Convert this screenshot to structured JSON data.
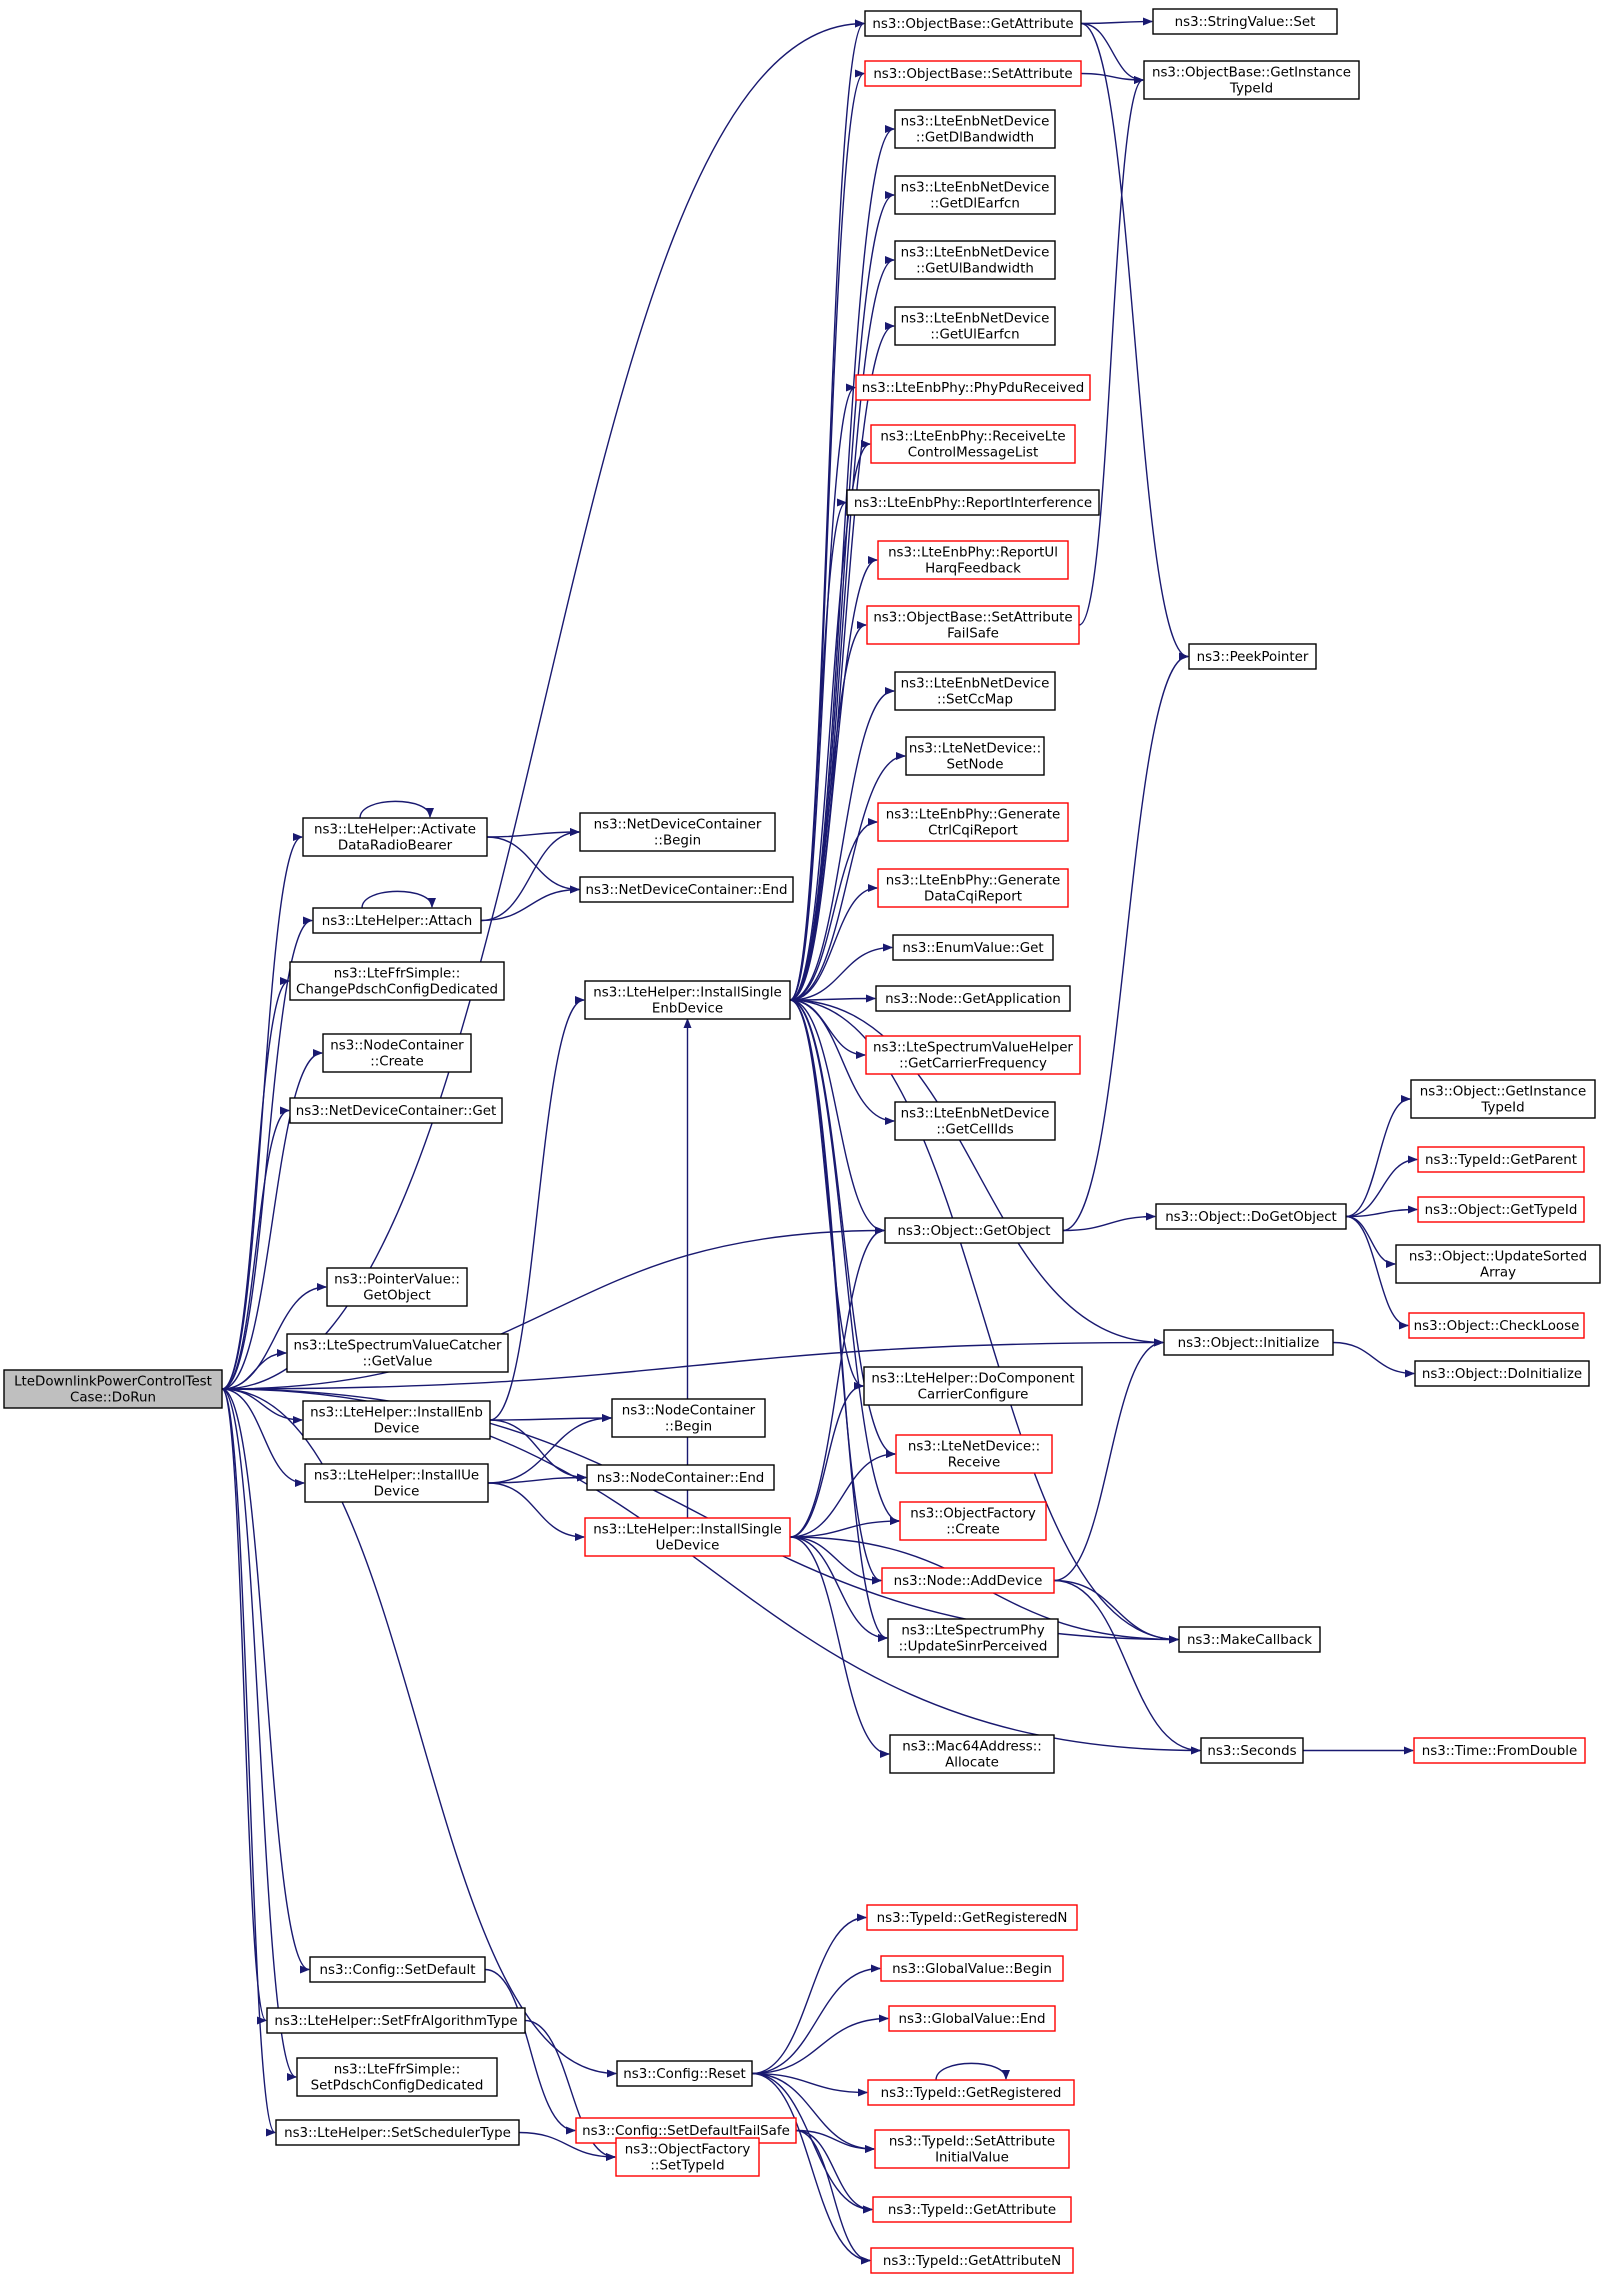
{
  "diagram": {
    "type": "call-graph",
    "colors": {
      "edge": "#191970",
      "root_fill": "#bfbfbf",
      "node_fill": "#ffffff",
      "node_border": "#000000",
      "truncated_border": "#ff0000"
    },
    "nodes": [
      {
        "id": "root",
        "lines": [
          "LteDownlinkPowerControlTest",
          "Case::DoRun"
        ],
        "style": "root"
      },
      {
        "id": "activate",
        "lines": [
          "ns3::LteHelper::Activate",
          "DataRadioBearer"
        ],
        "style": "normal"
      },
      {
        "id": "attach",
        "lines": [
          "ns3::LteHelper::Attach"
        ],
        "style": "normal"
      },
      {
        "id": "changepdsch",
        "lines": [
          "ns3::LteFfrSimple::",
          "ChangePdschConfigDedicated"
        ],
        "style": "normal"
      },
      {
        "id": "nccreate",
        "lines": [
          "ns3::NodeContainer",
          "::Create"
        ],
        "style": "normal"
      },
      {
        "id": "ndcget",
        "lines": [
          "ns3::NetDeviceContainer::Get"
        ],
        "style": "normal"
      },
      {
        "id": "pvget",
        "lines": [
          "ns3::PointerValue::",
          "GetObject"
        ],
        "style": "normal"
      },
      {
        "id": "lsvc",
        "lines": [
          "ns3::LteSpectrumValueCatcher",
          "::GetValue"
        ],
        "style": "normal"
      },
      {
        "id": "installenb",
        "lines": [
          "ns3::LteHelper::InstallEnb",
          "Device"
        ],
        "style": "normal"
      },
      {
        "id": "installue",
        "lines": [
          "ns3::LteHelper::InstallUe",
          "Device"
        ],
        "style": "normal"
      },
      {
        "id": "cfgsetdef",
        "lines": [
          "ns3::Config::SetDefault"
        ],
        "style": "normal"
      },
      {
        "id": "setffr",
        "lines": [
          "ns3::LteHelper::SetFfrAlgorithmType"
        ],
        "style": "normal"
      },
      {
        "id": "setpdsch",
        "lines": [
          "ns3::LteFfrSimple::",
          "SetPdschConfigDedicated"
        ],
        "style": "normal"
      },
      {
        "id": "setsched",
        "lines": [
          "ns3::LteHelper::SetSchedulerType"
        ],
        "style": "normal"
      },
      {
        "id": "ndcbegin",
        "lines": [
          "ns3::NetDeviceContainer",
          "::Begin"
        ],
        "style": "normal"
      },
      {
        "id": "ndcend",
        "lines": [
          "ns3::NetDeviceContainer::End"
        ],
        "style": "normal"
      },
      {
        "id": "installsenb",
        "lines": [
          "ns3::LteHelper::InstallSingle",
          "EnbDevice"
        ],
        "style": "normal"
      },
      {
        "id": "ncbegin",
        "lines": [
          "ns3::NodeContainer",
          "::Begin"
        ],
        "style": "normal"
      },
      {
        "id": "ncend",
        "lines": [
          "ns3::NodeContainer::End"
        ],
        "style": "normal"
      },
      {
        "id": "installsue",
        "lines": [
          "ns3::LteHelper::InstallSingle",
          "UeDevice"
        ],
        "style": "truncated"
      },
      {
        "id": "cfgreset",
        "lines": [
          "ns3::Config::Reset"
        ],
        "style": "normal"
      },
      {
        "id": "cfgsetdeffs",
        "lines": [
          "ns3::Config::SetDefaultFailSafe"
        ],
        "style": "truncated"
      },
      {
        "id": "obgetattr",
        "lines": [
          "ns3::ObjectBase::GetAttribute"
        ],
        "style": "normal"
      },
      {
        "id": "obsetattr",
        "lines": [
          "ns3::ObjectBase::SetAttribute"
        ],
        "style": "truncated"
      },
      {
        "id": "getdlbw",
        "lines": [
          "ns3::LteEnbNetDevice",
          "::GetDlBandwidth"
        ],
        "style": "normal"
      },
      {
        "id": "getdlearfcn",
        "lines": [
          "ns3::LteEnbNetDevice",
          "::GetDlEarfcn"
        ],
        "style": "normal"
      },
      {
        "id": "getulbw",
        "lines": [
          "ns3::LteEnbNetDevice",
          "::GetUlBandwidth"
        ],
        "style": "normal"
      },
      {
        "id": "getulearfcn",
        "lines": [
          "ns3::LteEnbNetDevice",
          "::GetUlEarfcn"
        ],
        "style": "normal"
      },
      {
        "id": "phypdu",
        "lines": [
          "ns3::LteEnbPhy::PhyPduReceived"
        ],
        "style": "truncated"
      },
      {
        "id": "recvlte",
        "lines": [
          "ns3::LteEnbPhy::ReceiveLte",
          "ControlMessageList"
        ],
        "style": "truncated"
      },
      {
        "id": "repinterf",
        "lines": [
          "ns3::LteEnbPhy::ReportInterference"
        ],
        "style": "normal"
      },
      {
        "id": "repulharq",
        "lines": [
          "ns3::LteEnbPhy::ReportUl",
          "HarqFeedback"
        ],
        "style": "truncated"
      },
      {
        "id": "obsetattrfs",
        "lines": [
          "ns3::ObjectBase::SetAttribute",
          "FailSafe"
        ],
        "style": "truncated"
      },
      {
        "id": "setccmap",
        "lines": [
          "ns3::LteEnbNetDevice",
          "::SetCcMap"
        ],
        "style": "normal"
      },
      {
        "id": "setnode",
        "lines": [
          "ns3::LteNetDevice::",
          "SetNode"
        ],
        "style": "normal"
      },
      {
        "id": "genctrl",
        "lines": [
          "ns3::LteEnbPhy::Generate",
          "CtrlCqiReport"
        ],
        "style": "truncated"
      },
      {
        "id": "gendata",
        "lines": [
          "ns3::LteEnbPhy::Generate",
          "DataCqiReport"
        ],
        "style": "truncated"
      },
      {
        "id": "enumget",
        "lines": [
          "ns3::EnumValue::Get"
        ],
        "style": "normal"
      },
      {
        "id": "nodegetapp",
        "lines": [
          "ns3::Node::GetApplication"
        ],
        "style": "normal"
      },
      {
        "id": "getcarrier",
        "lines": [
          "ns3::LteSpectrumValueHelper",
          "::GetCarrierFrequency"
        ],
        "style": "truncated"
      },
      {
        "id": "getcellids",
        "lines": [
          "ns3::LteEnbNetDevice",
          "::GetCellIds"
        ],
        "style": "normal"
      },
      {
        "id": "objgetobj",
        "lines": [
          "ns3::Object::GetObject"
        ],
        "style": "normal"
      },
      {
        "id": "docomp",
        "lines": [
          "ns3::LteHelper::DoComponent",
          "CarrierConfigure"
        ],
        "style": "normal"
      },
      {
        "id": "ltendrecv",
        "lines": [
          "ns3::LteNetDevice::",
          "Receive"
        ],
        "style": "truncated"
      },
      {
        "id": "ofcreate",
        "lines": [
          "ns3::ObjectFactory",
          "::Create"
        ],
        "style": "truncated"
      },
      {
        "id": "nodeadddev",
        "lines": [
          "ns3::Node::AddDevice"
        ],
        "style": "truncated"
      },
      {
        "id": "updsinr",
        "lines": [
          "ns3::LteSpectrumPhy",
          "::UpdateSinrPerceived"
        ],
        "style": "normal"
      },
      {
        "id": "mac64",
        "lines": [
          "ns3::Mac64Address::",
          "Allocate"
        ],
        "style": "normal"
      },
      {
        "id": "tidgetregn",
        "lines": [
          "ns3::TypeId::GetRegisteredN"
        ],
        "style": "truncated"
      },
      {
        "id": "gvbegin",
        "lines": [
          "ns3::GlobalValue::Begin"
        ],
        "style": "truncated"
      },
      {
        "id": "gvend",
        "lines": [
          "ns3::GlobalValue::End"
        ],
        "style": "truncated"
      },
      {
        "id": "tidgetreg",
        "lines": [
          "ns3::TypeId::GetRegistered"
        ],
        "style": "truncated"
      },
      {
        "id": "tidsetattr",
        "lines": [
          "ns3::TypeId::SetAttribute",
          "InitialValue"
        ],
        "style": "truncated"
      },
      {
        "id": "tidgetattr",
        "lines": [
          "ns3::TypeId::GetAttribute"
        ],
        "style": "truncated"
      },
      {
        "id": "tidgetattrn",
        "lines": [
          "ns3::TypeId::GetAttributeN"
        ],
        "style": "truncated"
      },
      {
        "id": "ofsettid",
        "lines": [
          "ns3::ObjectFactory",
          "::SetTypeId"
        ],
        "style": "truncated"
      },
      {
        "id": "strvalset",
        "lines": [
          "ns3::StringValue::Set"
        ],
        "style": "normal"
      },
      {
        "id": "obgetinst",
        "lines": [
          "ns3::ObjectBase::GetInstance",
          "TypeId"
        ],
        "style": "normal"
      },
      {
        "id": "peekptr",
        "lines": [
          "ns3::PeekPointer"
        ],
        "style": "normal"
      },
      {
        "id": "dogetobj",
        "lines": [
          "ns3::Object::DoGetObject"
        ],
        "style": "normal"
      },
      {
        "id": "objinit",
        "lines": [
          "ns3::Object::Initialize"
        ],
        "style": "normal"
      },
      {
        "id": "makecb",
        "lines": [
          "ns3::MakeCallback"
        ],
        "style": "normal"
      },
      {
        "id": "seconds",
        "lines": [
          "ns3::Seconds"
        ],
        "style": "normal"
      },
      {
        "id": "objgetinst",
        "lines": [
          "ns3::Object::GetInstance",
          "TypeId"
        ],
        "style": "normal"
      },
      {
        "id": "tidgetparent",
        "lines": [
          "ns3::TypeId::GetParent"
        ],
        "style": "truncated"
      },
      {
        "id": "objgettid",
        "lines": [
          "ns3::Object::GetTypeId"
        ],
        "style": "truncated"
      },
      {
        "id": "objupdsorted",
        "lines": [
          "ns3::Object::UpdateSorted",
          "Array"
        ],
        "style": "normal"
      },
      {
        "id": "objcheckloose",
        "lines": [
          "ns3::Object::CheckLoose"
        ],
        "style": "truncated"
      },
      {
        "id": "objdoinit",
        "lines": [
          "ns3::Object::DoInitialize"
        ],
        "style": "normal"
      },
      {
        "id": "timefromdouble",
        "lines": [
          "ns3::Time::FromDouble"
        ],
        "style": "truncated"
      }
    ],
    "edges": [
      [
        "root",
        "activate"
      ],
      [
        "root",
        "attach"
      ],
      [
        "root",
        "changepdsch"
      ],
      [
        "root",
        "nccreate"
      ],
      [
        "root",
        "ndcget"
      ],
      [
        "root",
        "pvget"
      ],
      [
        "root",
        "lsvc"
      ],
      [
        "root",
        "installenb"
      ],
      [
        "root",
        "installue"
      ],
      [
        "root",
        "cfgsetdef"
      ],
      [
        "root",
        "setffr"
      ],
      [
        "root",
        "setpdsch"
      ],
      [
        "root",
        "setsched"
      ],
      [
        "root",
        "objgetobj"
      ],
      [
        "root",
        "objinit"
      ],
      [
        "root",
        "makecb"
      ],
      [
        "root",
        "seconds"
      ],
      [
        "root",
        "cfgreset"
      ],
      [
        "root",
        "obgetattr"
      ],
      [
        "activate",
        "activate"
      ],
      [
        "activate",
        "ndcbegin"
      ],
      [
        "activate",
        "ndcend"
      ],
      [
        "attach",
        "attach"
      ],
      [
        "attach",
        "ndcbegin"
      ],
      [
        "attach",
        "ndcend"
      ],
      [
        "installenb",
        "installsenb"
      ],
      [
        "installenb",
        "ncbegin"
      ],
      [
        "installenb",
        "ncend"
      ],
      [
        "installue",
        "ncbegin"
      ],
      [
        "installue",
        "ncend"
      ],
      [
        "installue",
        "installsue"
      ],
      [
        "installsenb",
        "obgetattr"
      ],
      [
        "installsenb",
        "obsetattr"
      ],
      [
        "installsenb",
        "getdlbw"
      ],
      [
        "installsenb",
        "getdlearfcn"
      ],
      [
        "installsenb",
        "getulbw"
      ],
      [
        "installsenb",
        "getulearfcn"
      ],
      [
        "installsenb",
        "phypdu"
      ],
      [
        "installsenb",
        "recvlte"
      ],
      [
        "installsenb",
        "repinterf"
      ],
      [
        "installsenb",
        "repulharq"
      ],
      [
        "installsenb",
        "obsetattrfs"
      ],
      [
        "installsenb",
        "setccmap"
      ],
      [
        "installsenb",
        "setnode"
      ],
      [
        "installsenb",
        "genctrl"
      ],
      [
        "installsenb",
        "gendata"
      ],
      [
        "installsenb",
        "enumget"
      ],
      [
        "installsenb",
        "nodegetapp"
      ],
      [
        "installsenb",
        "getcarrier"
      ],
      [
        "installsenb",
        "getcellids"
      ],
      [
        "installsenb",
        "objgetobj"
      ],
      [
        "installsenb",
        "objinit"
      ],
      [
        "installsenb",
        "docomp"
      ],
      [
        "installsenb",
        "ltendrecv"
      ],
      [
        "installsenb",
        "ofcreate"
      ],
      [
        "installsenb",
        "nodeadddev"
      ],
      [
        "installsenb",
        "updsinr"
      ],
      [
        "installsenb",
        "makecb"
      ],
      [
        "installsue",
        "installsenb"
      ],
      [
        "installsue",
        "objgetobj"
      ],
      [
        "installsue",
        "docomp"
      ],
      [
        "installsue",
        "ltendrecv"
      ],
      [
        "installsue",
        "ofcreate"
      ],
      [
        "installsue",
        "nodeadddev"
      ],
      [
        "installsue",
        "updsinr"
      ],
      [
        "installsue",
        "mac64"
      ],
      [
        "installsue",
        "makecb"
      ],
      [
        "obgetattr",
        "strvalset"
      ],
      [
        "obgetattr",
        "obgetinst"
      ],
      [
        "obgetattr",
        "peekptr"
      ],
      [
        "obsetattr",
        "obgetinst"
      ],
      [
        "obsetattrfs",
        "obgetinst"
      ],
      [
        "objgetobj",
        "dogetobj"
      ],
      [
        "objgetobj",
        "peekptr"
      ],
      [
        "dogetobj",
        "objgetinst"
      ],
      [
        "dogetobj",
        "tidgetparent"
      ],
      [
        "dogetobj",
        "objgettid"
      ],
      [
        "dogetobj",
        "objupdsorted"
      ],
      [
        "dogetobj",
        "objcheckloose"
      ],
      [
        "objinit",
        "objdoinit"
      ],
      [
        "nodeadddev",
        "objinit"
      ],
      [
        "nodeadddev",
        "makecb"
      ],
      [
        "nodeadddev",
        "seconds"
      ],
      [
        "seconds",
        "timefromdouble"
      ],
      [
        "cfgsetdef",
        "cfgsetdeffs"
      ],
      [
        "setffr",
        "ofsettid"
      ],
      [
        "setsched",
        "ofsettid"
      ],
      [
        "cfgreset",
        "tidgetregn"
      ],
      [
        "cfgreset",
        "gvbegin"
      ],
      [
        "cfgreset",
        "gvend"
      ],
      [
        "cfgreset",
        "tidgetreg"
      ],
      [
        "cfgreset",
        "tidsetattr"
      ],
      [
        "cfgreset",
        "tidgetattr"
      ],
      [
        "cfgreset",
        "tidgetattrn"
      ],
      [
        "cfgsetdeffs",
        "tidsetattr"
      ],
      [
        "cfgsetdeffs",
        "tidgetattr"
      ],
      [
        "cfgsetdeffs",
        "tidgetattrn"
      ],
      [
        "tidgetreg",
        "tidgetreg"
      ]
    ]
  }
}
